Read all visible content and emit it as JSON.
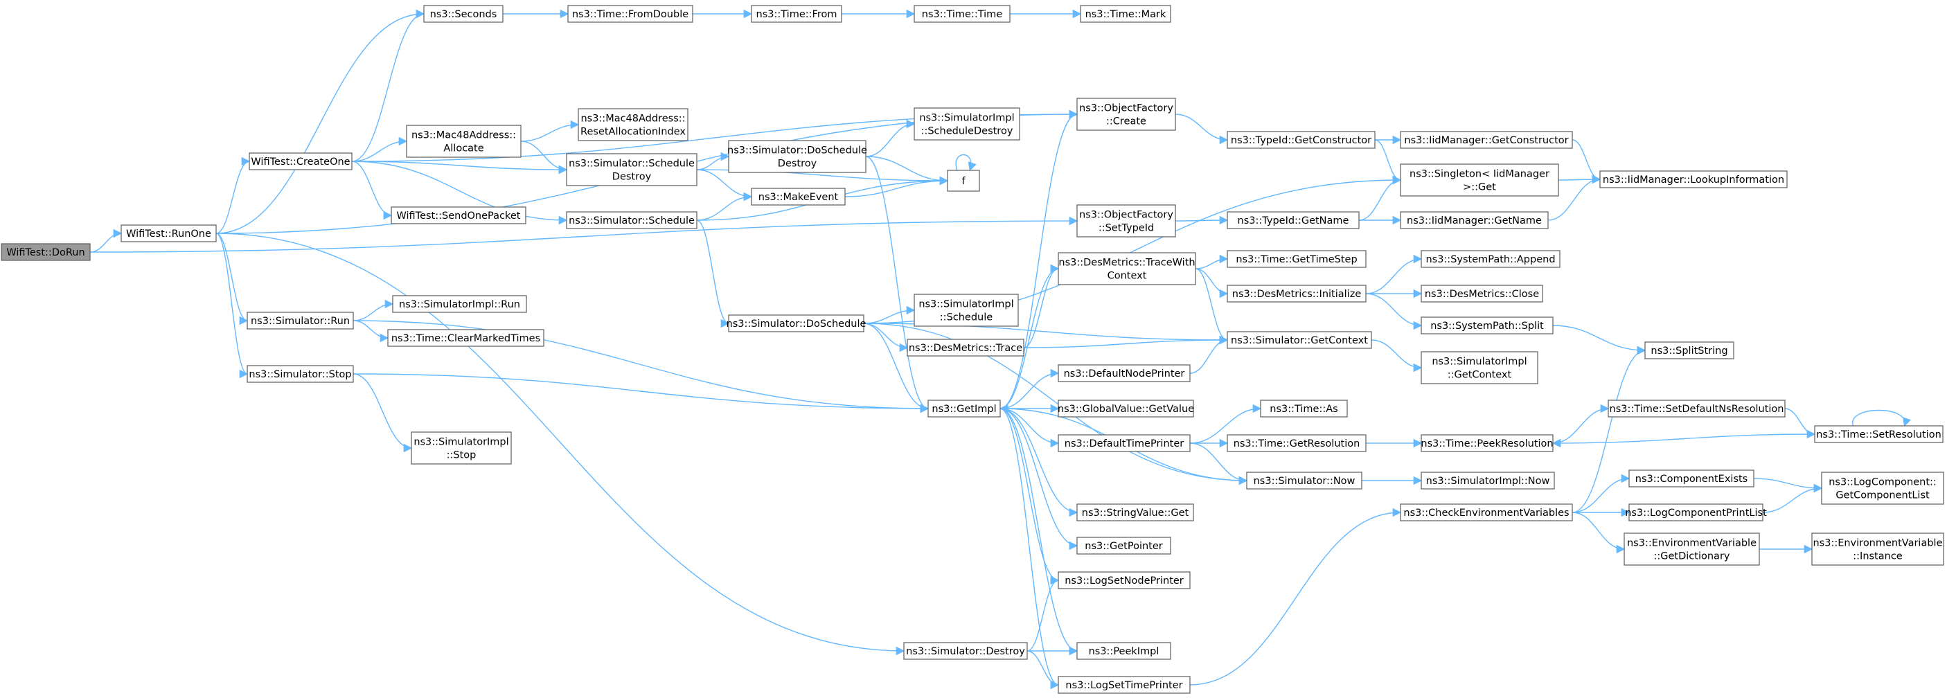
{
  "colors": {
    "edge": "#63b8ff",
    "node_border": "#666666",
    "node_fill": "#ffffff",
    "root_fill": "#999999"
  },
  "nodes": [
    {
      "id": "n0",
      "lines": [
        "WifiTest::DoRun"
      ],
      "root": true
    },
    {
      "id": "n1",
      "lines": [
        "WifiTest::RunOne"
      ]
    },
    {
      "id": "n2",
      "lines": [
        "ns3::Seconds"
      ]
    },
    {
      "id": "n3",
      "lines": [
        "ns3::Time::FromDouble"
      ]
    },
    {
      "id": "n4",
      "lines": [
        "ns3::Time::From"
      ]
    },
    {
      "id": "n5",
      "lines": [
        "ns3::Time::Time"
      ]
    },
    {
      "id": "n6",
      "lines": [
        "ns3::Time::Mark"
      ]
    },
    {
      "id": "n7",
      "lines": [
        "ns3::ObjectFactory",
        "::Create"
      ]
    },
    {
      "id": "n8",
      "lines": [
        "WifiTest::CreateOne"
      ]
    },
    {
      "id": "n9",
      "lines": [
        "ns3::Mac48Address::",
        "Allocate"
      ]
    },
    {
      "id": "n10",
      "lines": [
        "ns3::Mac48Address::",
        "ResetAllocationIndex"
      ]
    },
    {
      "id": "n11",
      "lines": [
        "ns3::Simulator::Schedule",
        "Destroy"
      ]
    },
    {
      "id": "n12",
      "lines": [
        "ns3::Simulator::DoSchedule",
        "Destroy"
      ]
    },
    {
      "id": "n13",
      "lines": [
        "ns3::SimulatorImpl",
        "::ScheduleDestroy"
      ]
    },
    {
      "id": "n14",
      "lines": [
        "f"
      ]
    },
    {
      "id": "n15",
      "lines": [
        "ns3::MakeEvent"
      ]
    },
    {
      "id": "n16",
      "lines": [
        "WifiTest::SendOnePacket"
      ]
    },
    {
      "id": "n17",
      "lines": [
        "ns3::Simulator::Schedule"
      ]
    },
    {
      "id": "n18",
      "lines": [
        "ns3::TypeId::GetConstructor"
      ]
    },
    {
      "id": "n19",
      "lines": [
        "ns3::IidManager::GetConstructor"
      ]
    },
    {
      "id": "n20",
      "lines": [
        "ns3::Singleton< IidManager",
        ">::Get"
      ]
    },
    {
      "id": "n21",
      "lines": [
        "ns3::IidManager::LookupInformation"
      ]
    },
    {
      "id": "n22",
      "lines": [
        "ns3::ObjectFactory",
        "::SetTypeId"
      ]
    },
    {
      "id": "n23",
      "lines": [
        "ns3::TypeId::GetName"
      ]
    },
    {
      "id": "n24",
      "lines": [
        "ns3::IidManager::GetName"
      ]
    },
    {
      "id": "n25",
      "lines": [
        "ns3::DesMetrics::TraceWith",
        "Context"
      ]
    },
    {
      "id": "n26",
      "lines": [
        "ns3::Time::GetTimeStep"
      ]
    },
    {
      "id": "n27",
      "lines": [
        "ns3::DesMetrics::Initialize"
      ]
    },
    {
      "id": "n28",
      "lines": [
        "ns3::SystemPath::Append"
      ]
    },
    {
      "id": "n29",
      "lines": [
        "ns3::DesMetrics::Close"
      ]
    },
    {
      "id": "n30",
      "lines": [
        "ns3::SystemPath::Split"
      ]
    },
    {
      "id": "n31",
      "lines": [
        "ns3::Simulator::DoSchedule"
      ]
    },
    {
      "id": "n32",
      "lines": [
        "ns3::SimulatorImpl",
        "::Schedule"
      ]
    },
    {
      "id": "n33",
      "lines": [
        "ns3::DesMetrics::Trace"
      ]
    },
    {
      "id": "n34",
      "lines": [
        "ns3::Simulator::GetContext"
      ]
    },
    {
      "id": "n35",
      "lines": [
        "ns3::SimulatorImpl",
        "::GetContext"
      ]
    },
    {
      "id": "n36",
      "lines": [
        "ns3::SplitString"
      ]
    },
    {
      "id": "n37",
      "lines": [
        "ns3::Simulator::Run"
      ]
    },
    {
      "id": "n38",
      "lines": [
        "ns3::SimulatorImpl::Run"
      ]
    },
    {
      "id": "n39",
      "lines": [
        "ns3::Time::ClearMarkedTimes"
      ]
    },
    {
      "id": "n40",
      "lines": [
        "ns3::Simulator::Stop"
      ]
    },
    {
      "id": "n41",
      "lines": [
        "ns3::SimulatorImpl",
        "::Stop"
      ]
    },
    {
      "id": "n42",
      "lines": [
        "ns3::GetImpl"
      ]
    },
    {
      "id": "n43",
      "lines": [
        "ns3::DefaultNodePrinter"
      ]
    },
    {
      "id": "n44",
      "lines": [
        "ns3::GlobalValue::GetValue"
      ]
    },
    {
      "id": "n45",
      "lines": [
        "ns3::Time::As"
      ]
    },
    {
      "id": "n46",
      "lines": [
        "ns3::DefaultTimePrinter"
      ]
    },
    {
      "id": "n47",
      "lines": [
        "ns3::Time::GetResolution"
      ]
    },
    {
      "id": "n48",
      "lines": [
        "ns3::Time::PeekResolution"
      ]
    },
    {
      "id": "n49",
      "lines": [
        "ns3::Time::SetDefaultNsResolution"
      ]
    },
    {
      "id": "n50",
      "lines": [
        "ns3::Time::SetResolution"
      ]
    },
    {
      "id": "n51",
      "lines": [
        "ns3::Simulator::Now"
      ]
    },
    {
      "id": "n52",
      "lines": [
        "ns3::SimulatorImpl::Now"
      ]
    },
    {
      "id": "n53",
      "lines": [
        "ns3::ComponentExists"
      ]
    },
    {
      "id": "n54",
      "lines": [
        "ns3::LogComponent::",
        "GetComponentList"
      ]
    },
    {
      "id": "n55",
      "lines": [
        "ns3::CheckEnvironmentVariables"
      ]
    },
    {
      "id": "n56",
      "lines": [
        "ns3::LogComponentPrintList"
      ]
    },
    {
      "id": "n57",
      "lines": [
        "ns3::EnvironmentVariable",
        "::GetDictionary"
      ]
    },
    {
      "id": "n58",
      "lines": [
        "ns3::EnvironmentVariable",
        "::Instance"
      ]
    },
    {
      "id": "n59",
      "lines": [
        "ns3::StringValue::Get"
      ]
    },
    {
      "id": "n60",
      "lines": [
        "ns3::GetPointer"
      ]
    },
    {
      "id": "n61",
      "lines": [
        "ns3::LogSetNodePrinter"
      ]
    },
    {
      "id": "n62",
      "lines": [
        "ns3::Simulator::Destroy"
      ]
    },
    {
      "id": "n63",
      "lines": [
        "ns3::PeekImpl"
      ]
    },
    {
      "id": "n64",
      "lines": [
        "ns3::LogSetTimePrinter"
      ]
    }
  ],
  "edges": [
    [
      "n0",
      "n1"
    ],
    [
      "n0",
      "n22"
    ],
    [
      "n1",
      "n2"
    ],
    [
      "n1",
      "n7"
    ],
    [
      "n1",
      "n8"
    ],
    [
      "n1",
      "n37"
    ],
    [
      "n1",
      "n40"
    ],
    [
      "n1",
      "n62"
    ],
    [
      "n2",
      "n3"
    ],
    [
      "n3",
      "n4"
    ],
    [
      "n4",
      "n5"
    ],
    [
      "n5",
      "n6"
    ],
    [
      "n7",
      "n18"
    ],
    [
      "n18",
      "n19"
    ],
    [
      "n18",
      "n20"
    ],
    [
      "n19",
      "n21"
    ],
    [
      "n20",
      "n21"
    ],
    [
      "n8",
      "n2"
    ],
    [
      "n8",
      "n7"
    ],
    [
      "n8",
      "n9"
    ],
    [
      "n8",
      "n11"
    ],
    [
      "n8",
      "n16"
    ],
    [
      "n8",
      "n17"
    ],
    [
      "n9",
      "n10"
    ],
    [
      "n9",
      "n11"
    ],
    [
      "n11",
      "n12"
    ],
    [
      "n11",
      "n15"
    ],
    [
      "n11",
      "n14"
    ],
    [
      "n12",
      "n13"
    ],
    [
      "n12",
      "n14"
    ],
    [
      "n12",
      "n42"
    ],
    [
      "n15",
      "n14"
    ],
    [
      "n14",
      "n14"
    ],
    [
      "n17",
      "n15"
    ],
    [
      "n17",
      "n14"
    ],
    [
      "n17",
      "n31"
    ],
    [
      "n22",
      "n23"
    ],
    [
      "n23",
      "n20"
    ],
    [
      "n23",
      "n24"
    ],
    [
      "n24",
      "n21"
    ],
    [
      "n25",
      "n26"
    ],
    [
      "n25",
      "n27"
    ],
    [
      "n25",
      "n34"
    ],
    [
      "n27",
      "n28"
    ],
    [
      "n27",
      "n29"
    ],
    [
      "n27",
      "n30"
    ],
    [
      "n30",
      "n36"
    ],
    [
      "n31",
      "n20"
    ],
    [
      "n31",
      "n32"
    ],
    [
      "n31",
      "n33"
    ],
    [
      "n31",
      "n34"
    ],
    [
      "n31",
      "n42"
    ],
    [
      "n31",
      "n51"
    ],
    [
      "n33",
      "n25"
    ],
    [
      "n33",
      "n34"
    ],
    [
      "n34",
      "n35"
    ],
    [
      "n37",
      "n38"
    ],
    [
      "n37",
      "n39"
    ],
    [
      "n37",
      "n42"
    ],
    [
      "n40",
      "n41"
    ],
    [
      "n40",
      "n42"
    ],
    [
      "n42",
      "n7"
    ],
    [
      "n42",
      "n25"
    ],
    [
      "n42",
      "n43"
    ],
    [
      "n42",
      "n44"
    ],
    [
      "n42",
      "n46"
    ],
    [
      "n42",
      "n59"
    ],
    [
      "n42",
      "n60"
    ],
    [
      "n42",
      "n61"
    ],
    [
      "n42",
      "n63"
    ],
    [
      "n42",
      "n64"
    ],
    [
      "n43",
      "n34"
    ],
    [
      "n46",
      "n45"
    ],
    [
      "n46",
      "n47"
    ],
    [
      "n46",
      "n51"
    ],
    [
      "n47",
      "n48"
    ],
    [
      "n48",
      "n49"
    ],
    [
      "n49",
      "n50"
    ],
    [
      "n50",
      "n48"
    ],
    [
      "n50",
      "n50"
    ],
    [
      "n51",
      "n42"
    ],
    [
      "n51",
      "n52"
    ],
    [
      "n55",
      "n36"
    ],
    [
      "n55",
      "n53"
    ],
    [
      "n55",
      "n56"
    ],
    [
      "n55",
      "n57"
    ],
    [
      "n53",
      "n54"
    ],
    [
      "n56",
      "n54"
    ],
    [
      "n57",
      "n58"
    ],
    [
      "n62",
      "n61"
    ],
    [
      "n62",
      "n63"
    ],
    [
      "n62",
      "n64"
    ],
    [
      "n64",
      "n55"
    ]
  ]
}
